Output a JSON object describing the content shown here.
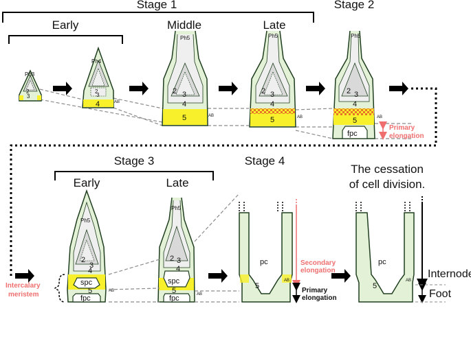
{
  "stages": {
    "stage1": "Stage 1",
    "stage2": "Stage 2",
    "stage3": "Stage 3",
    "stage4": "Stage 4"
  },
  "substages": {
    "early": "Early",
    "middle": "Middle",
    "late": "Late",
    "s3_early": "Early",
    "s3_late": "Late"
  },
  "phytomers": {
    "ph3": "Ph3",
    "ph4": "Ph4",
    "ph5": "Ph5"
  },
  "numbers": {
    "n2": "2",
    "n3": "3",
    "n4": "4",
    "n5": "5"
  },
  "abbrev": {
    "ab": "AB",
    "fpc": "fpc",
    "spc": "spc",
    "pc": "pc"
  },
  "annotations": {
    "primary_elongation_l1": "Primary",
    "primary_elongation_l2": "elongation",
    "intercalary_l1": "Intercalary",
    "intercalary_l2": "meristem",
    "secondary_l1": "Secondary",
    "secondary_l2": "elongation",
    "cessation_l1": "The cessation",
    "cessation_l2": "of cell division.",
    "internode": "Internode",
    "foot": "Foot"
  },
  "colors": {
    "tissue_green": "#e3f2d6",
    "outline": "#1f3d1f",
    "meristem_yellow": "#f7f02a",
    "checker_orange": "#e8742a",
    "inner_grey": "#d9d9d9",
    "pink_annotation": "#ef6f6f",
    "dashed_guide": "#8a8a8a"
  }
}
